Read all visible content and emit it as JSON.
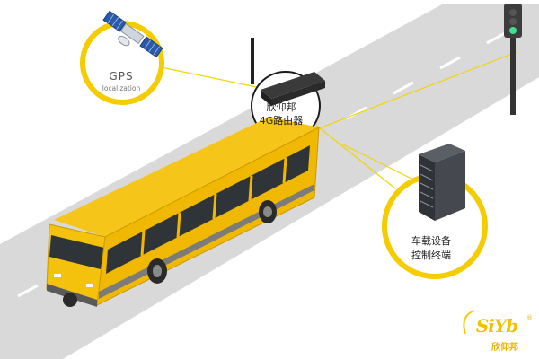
{
  "gps": {
    "title": "GPS",
    "subtitle": "localization"
  },
  "router": {
    "line1": "欣仰邦",
    "line2": "4G路由器"
  },
  "vehicle_terminal": {
    "line1": "车载设备",
    "line2": "控制终端"
  },
  "brand": {
    "mark": "SiYb",
    "name_cn": "欣仰邦",
    "reg": "®"
  },
  "colors": {
    "accent": "#f5cc00",
    "bus": "#f4c20d",
    "road": "#d8d8d8",
    "connector": "#f2d400"
  }
}
